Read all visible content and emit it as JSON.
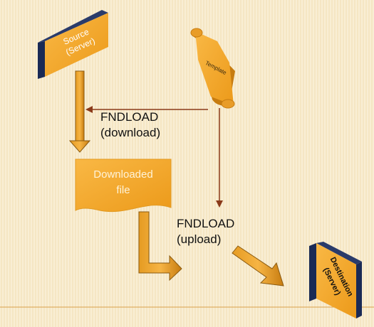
{
  "source": {
    "line1": "Source",
    "line2": "(Server)"
  },
  "template": {
    "label": "Template"
  },
  "downloaded": {
    "line1": "Downloaded",
    "line2": "file"
  },
  "destination": {
    "line1": "Destination",
    "line2": "(Server)"
  },
  "fndload_download": {
    "line1": "FNDLOAD",
    "line2": "(download)"
  },
  "fndload_upload": {
    "line1": "FNDLOAD",
    "line2": "(upload)"
  },
  "colors": {
    "orange": "#f5a623",
    "dark_orange": "#c77c10",
    "navy": "#1a2a55",
    "brown_line": "#8a3a1a",
    "bottom_rule": "#d9a04a"
  }
}
